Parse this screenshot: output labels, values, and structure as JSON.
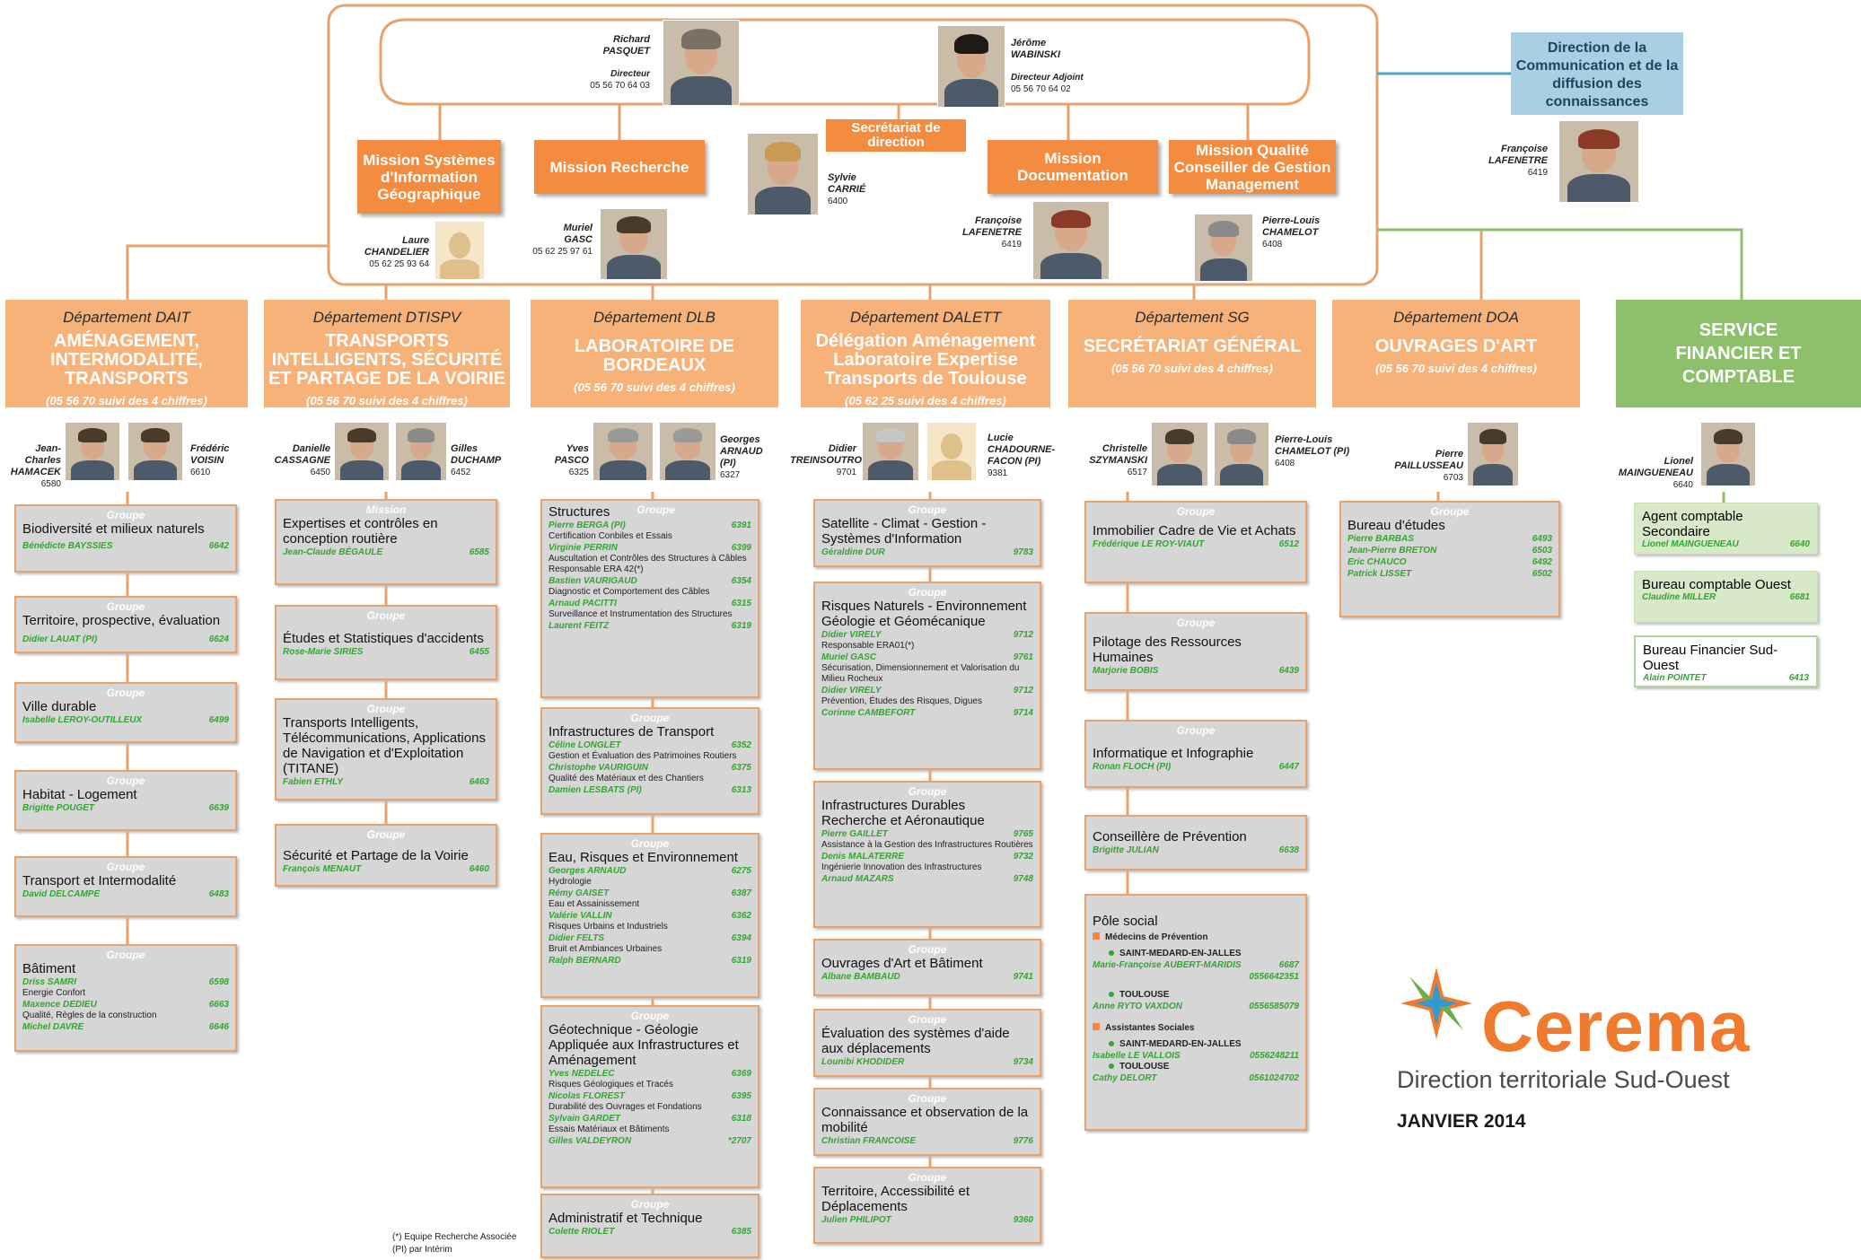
{
  "top": {
    "director": {
      "first": "Richard",
      "last": "PASQUET",
      "role": "Directeur",
      "phone": "05 56 70 64 03"
    },
    "deputy": {
      "first": "Jérôme",
      "last": "WABINSKI",
      "role": "Directeur Adjoint",
      "phone": "05 56 70 64 02"
    },
    "missions": {
      "sig": "Mission Systèmes d'Information Géographique",
      "recherche": "Mission Recherche",
      "documentation": "Mission Documentation",
      "qualite": "Mission Qualité Conseiller de Gestion Management"
    },
    "secretariat": "Secrétariat de direction",
    "people": {
      "laure": {
        "first": "Laure",
        "last": "CHANDELIER",
        "phone": "05 62 25 93 64"
      },
      "muriel": {
        "first": "Muriel",
        "last": "GASC",
        "phone": "05 62 25 97 61"
      },
      "sylvie": {
        "first": "Sylvie",
        "last": "CARRIÉ",
        "phone": "6400"
      },
      "francoise_doc": {
        "first": "Françoise",
        "last": "LAFENETRE",
        "phone": "6419"
      },
      "pierre_louis": {
        "first": "Pierre-Louis",
        "last": "CHAMELOT",
        "phone": "6408"
      }
    }
  },
  "dircom": {
    "label": "Direction de la Communication et de la diffusion des connaissances",
    "person": {
      "first": "Françoise",
      "last": "LAFENETRE",
      "phone": "6419"
    }
  },
  "departments": [
    {
      "title": "Département DAIT",
      "name": "AMÉNAGEMENT, INTERMODALITÉ, TRANSPORTS",
      "phone": "(05 56 70 suivi des 4 chiffres)"
    },
    {
      "title": "Département DTISPV",
      "name": "TRANSPORTS INTELLIGENTS, SÉCURITÉ ET PARTAGE DE LA VOIRIE",
      "phone": "(05 56 70 suivi des 4 chiffres)"
    },
    {
      "title": "Département DLB",
      "name": "LABORATOIRE DE BORDEAUX",
      "phone": "(05 56 70 suivi des 4 chiffres)"
    },
    {
      "title": "Département DALETT",
      "name": "Délégation Aménagement Laboratoire Expertise Transports de Toulouse",
      "phone": "(05 62 25 suivi des 4 chiffres)"
    },
    {
      "title": "Département SG",
      "name": "SECRÉTARIAT GÉNÉRAL",
      "phone": "(05 56 70 suivi des 4 chiffres)"
    },
    {
      "title": "Département DOA",
      "name": "OUVRAGES D'ART",
      "phone": "(05 56 70 suivi des 4 chiffres)"
    }
  ],
  "sfc": {
    "name": "SERVICE FINANCIER ET COMPTABLE"
  },
  "heads": {
    "dait": [
      {
        "first": "Jean-Charles",
        "last": "HAMACEK",
        "phone": "6580"
      },
      {
        "first": "Frédéric",
        "last": "VOISIN",
        "phone": "6610"
      }
    ],
    "dtispv": [
      {
        "first": "Danielle",
        "last": "CASSAGNE",
        "phone": "6450"
      },
      {
        "first": "Gilles",
        "last": "DUCHAMP",
        "phone": "6452"
      }
    ],
    "dlb": [
      {
        "first": "Yves",
        "last": "PASCO",
        "phone": "6325"
      },
      {
        "first": "Georges",
        "last": "ARNAUD (PI)",
        "phone": "6327"
      }
    ],
    "dalett": [
      {
        "first": "Didier",
        "last": "TREINSOUTROT",
        "phone": "9701"
      },
      {
        "first": "Lucie",
        "last": "CHADOURNE-FACON (PI)",
        "phone": "9381"
      }
    ],
    "sg": [
      {
        "first": "Christelle",
        "last": "SZYMANSKI",
        "phone": "6517"
      },
      {
        "first": "Pierre-Louis",
        "last": "CHAMELOT (PI)",
        "phone": "6408"
      }
    ],
    "doa": [
      {
        "first": "Pierre",
        "last": "PAILLUSSEAU",
        "phone": "6703"
      }
    ],
    "sfc": [
      {
        "first": "Lionel",
        "last": "MAINGUENEAU",
        "phone": "6640"
      }
    ]
  },
  "groups": {
    "dait": [
      {
        "tag": "Groupe",
        "title": "Biodiversité et milieux naturels",
        "people": [
          [
            "Bénédicte BAYSSIES",
            "6642"
          ]
        ]
      },
      {
        "tag": "Groupe",
        "title": "Territoire, prospective, évaluation",
        "people": [
          [
            "Didier LAUAT (PI)",
            "6624"
          ]
        ]
      },
      {
        "tag": "Groupe",
        "title": "Ville durable",
        "people": [
          [
            "Isabelle LEROY-OUTILLEUX",
            "6499"
          ]
        ]
      },
      {
        "tag": "Groupe",
        "title": "Habitat - Logement",
        "people": [
          [
            "Brigitte POUGET",
            "6639"
          ]
        ]
      },
      {
        "tag": "Groupe",
        "title": "Transport et Intermodalité",
        "people": [
          [
            "David DELCAMPE",
            "6483"
          ]
        ]
      },
      {
        "tag": "Groupe",
        "title": "Bâtiment",
        "people": [
          [
            "Driss SAMRI",
            "6598"
          ]
        ],
        "extra": [
          [
            "Energie Confort",
            "Maxence DEDIEU",
            "6663"
          ],
          [
            "Qualité, Règles de la construction",
            "Michel DAVRE",
            "6646"
          ]
        ]
      }
    ],
    "dtispv": [
      {
        "tag": "Mission",
        "title": "Expertises et contrôles en conception routière",
        "people": [
          [
            "Jean-Claude BÉGAULE",
            "6585"
          ]
        ]
      },
      {
        "tag": "Groupe",
        "title": "Études et Statistiques d'accidents",
        "people": [
          [
            "Rose-Marie SIRIES",
            "6455"
          ]
        ]
      },
      {
        "tag": "Groupe",
        "title": "Transports Intelligents, Télécommunications, Applications de Navigation et d'Exploitation (TITANE)",
        "people": [
          [
            "Fabien ETHLY",
            "6463"
          ]
        ]
      },
      {
        "tag": "Groupe",
        "title": "Sécurité et Partage de la Voirie",
        "people": [
          [
            "François MENAUT",
            "6460"
          ]
        ]
      }
    ],
    "dlb": [
      {
        "tag": "Groupe",
        "title": "Structures",
        "people": [
          [
            "Pierre BERGA (PI)",
            "6391"
          ]
        ],
        "extra": [
          [
            "Certification Conbiles et Essais",
            "Virginie PERRIN",
            "6399"
          ],
          [
            "Auscultation et Contrôles des Structures à Câbles Responsable ERA 42(*)",
            "Bastien VAURIGAUD",
            "6354"
          ],
          [
            "Diagnostic et Comportement des Câbles",
            "Arnaud PACITTI",
            "6315"
          ],
          [
            "Surveillance et Instrumentation des Structures",
            "Laurent FEITZ",
            "6319"
          ]
        ]
      },
      {
        "tag": "Groupe",
        "title": "Infrastructures de Transport",
        "people": [
          [
            "Céline LONGLET",
            "6352"
          ]
        ],
        "extra": [
          [
            "Gestion et Évaluation des Patrimoines Routiers",
            "Christophe VAURIGUIN",
            "6375"
          ],
          [
            "Qualité des Matériaux et des Chantiers",
            "Damien LESBATS (PI)",
            "6313"
          ]
        ]
      },
      {
        "tag": "Groupe",
        "title": "Eau, Risques et Environnement",
        "people": [
          [
            "Georges ARNAUD",
            "6275"
          ]
        ],
        "extra": [
          [
            "Hydrologie",
            "Rémy GAISET",
            "6387"
          ],
          [
            "Eau et Assainissement",
            "Valérie VALLIN",
            "6362"
          ],
          [
            "Risques Urbains et Industriels",
            "Didier FELTS",
            "6394"
          ],
          [
            "Bruit et Ambiances Urbaines",
            "Ralph BERNARD",
            "6319"
          ]
        ]
      },
      {
        "tag": "Groupe",
        "title": "Géotechnique - Géologie Appliquée aux Infrastructures et Aménagement",
        "people": [
          [
            "Yves NEDELEC",
            "6369"
          ]
        ],
        "extra": [
          [
            "Risques Géologiques et Tracés",
            "Nicolas FLOREST",
            "6395"
          ],
          [
            "Durabilité des Ouvrages et Fondations",
            "Sylvain GARDET",
            "6318"
          ],
          [
            "Essais Matériaux et Bâtiments",
            "Gilles VALDEYRON",
            "*2707"
          ]
        ]
      },
      {
        "tag": "Groupe",
        "title": "Administratif et Technique",
        "people": [
          [
            "Colette RIOLET",
            "6385"
          ]
        ]
      }
    ],
    "dalett": [
      {
        "tag": "Groupe",
        "title": "Satellite - Climat - Gestion - Systèmes d'Information",
        "people": [
          [
            "Géraldine DUR",
            "9783"
          ]
        ]
      },
      {
        "tag": "Groupe",
        "title": "Risques Naturels - Environnement Géologie et Géomécanique",
        "people": [
          [
            "Didier VIRELY",
            "9712"
          ]
        ],
        "extra": [
          [
            "Responsable ERA01(*)",
            "Muriel GASC",
            "9761"
          ],
          [
            "Sécurisation, Dimensionnement et Valorisation du Milieu Rocheux",
            "Didier VIRELY",
            "9712"
          ],
          [
            "Prévention, Études des Risques, Digues",
            "Corinne CAMBEFORT",
            "9714"
          ]
        ]
      },
      {
        "tag": "Groupe",
        "title": "Infrastructures Durables Recherche et Aéronautique",
        "people": [
          [
            "Pierre GAILLET",
            "9765"
          ]
        ],
        "extra": [
          [
            "Assistance à la Gestion des Infrastructures Routières",
            "Denis MALATERRE",
            "9732"
          ],
          [
            "Ingénierie Innovation des Infrastructures",
            "Arnaud MAZARS",
            "9748"
          ]
        ]
      },
      {
        "tag": "Groupe",
        "title": "Ouvrages d'Art et Bâtiment",
        "people": [
          [
            "Albane BAMBAUD",
            "9741"
          ]
        ]
      },
      {
        "tag": "Groupe",
        "title": "Évaluation des systèmes d'aide aux déplacements",
        "people": [
          [
            "Lounibi KHODIDER",
            "9734"
          ]
        ]
      },
      {
        "tag": "Groupe",
        "title": "Connaissance et observation de la mobilité",
        "people": [
          [
            "Christian FRANCOISE",
            "9776"
          ]
        ]
      },
      {
        "tag": "Groupe",
        "title": "Territoire, Accessibilité et Déplacements",
        "people": [
          [
            "Julien PHILIPOT",
            "9360"
          ]
        ]
      }
    ],
    "sg": [
      {
        "tag": "Groupe",
        "title": "Immobilier Cadre de Vie et Achats",
        "people": [
          [
            "Frédérique LE ROY-VIAUT",
            "6512"
          ]
        ]
      },
      {
        "tag": "Groupe",
        "title": "Pilotage des Ressources Humaines",
        "people": [
          [
            "Marjorie BOBIS",
            "6439"
          ]
        ]
      },
      {
        "tag": "Groupe",
        "title": "Informatique et Infographie",
        "people": [
          [
            "Ronan FLOCH (PI)",
            "6447"
          ]
        ]
      },
      {
        "tag": "",
        "title": "Conseillère de Prévention",
        "people": [
          [
            "Brigitte JULIAN",
            "6638"
          ]
        ]
      }
    ],
    "doa": [
      {
        "tag": "Groupe",
        "title": "Bureau d'études",
        "people": [
          [
            "Pierre BARBAS",
            "6493"
          ],
          [
            "Jean-Pierre BRETON",
            "6503"
          ],
          [
            "Eric CHAUCO",
            "6492"
          ],
          [
            "Patrick LISSET",
            "6502"
          ]
        ]
      }
    ],
    "sfc": [
      {
        "title": "Agent comptable Secondaire",
        "people": [
          [
            "Lionel MAINGUENEAU",
            "6640"
          ]
        ]
      },
      {
        "title": "Bureau comptable Ouest",
        "people": [
          [
            "Claudine MILLER",
            "6681"
          ]
        ]
      },
      {
        "title": "Bureau Financier Sud-Ouest",
        "people": [
          [
            "Alain POINTET",
            "6413"
          ]
        ]
      }
    ]
  },
  "pole_social": {
    "title": "Pôle social",
    "medecins": "Médecins de Prévention",
    "assistantes": "Assistantes Sociales",
    "site_merignac": "SAINT-MEDARD-EN-JALLES",
    "site_toulouse": "TOULOUSE",
    "med_merignac": {
      "name": "Marie-Françoise AUBERT-MARIDIS",
      "phone": "6687",
      "phone2": "0556642351"
    },
    "med_toulouse": {
      "name": "Anne RYTO VAXDON",
      "phone": "0556585079"
    },
    "as_merignac": {
      "name": "Isabelle LE VALLOIS",
      "phone": "0556248211"
    },
    "as_toulouse": {
      "name": "Cathy DELORT",
      "phone": "0561024702"
    }
  },
  "logo": {
    "word": "Cerema",
    "subtitle": "Direction territoriale Sud-Ouest",
    "date": "JANVIER 2014"
  },
  "legend": {
    "line1": "(*) Equipe Recherche Associée",
    "line2": "(PI) par Intérim"
  },
  "colors": {
    "orange": "#f48c3f",
    "light_orange": "#f7b27a",
    "green": "#8dc06a",
    "blue": "#a7d0e2",
    "grey_box": "#d6d6d6"
  }
}
